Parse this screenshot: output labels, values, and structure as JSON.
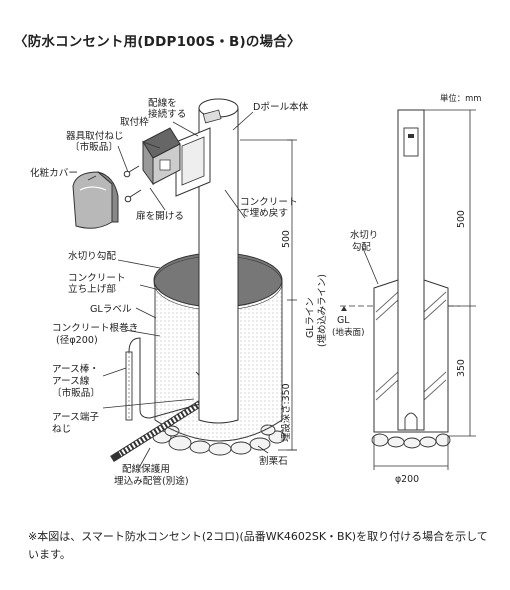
{
  "title": "〈防水コンセント用(DDP100S・B)の場合〉",
  "labels": {
    "haisen_line1": "配線を",
    "haisen_line2": "接続する",
    "dpole": "Dポール本体",
    "toritsuke_waku": "取付枠",
    "kigu_line1": "器具取付ねじ",
    "kigu_line2": "〔市販品〕",
    "kesho_cover": "化粧カバー",
    "tobira": "扉を開ける",
    "conc_fill_line1": "コンクリート",
    "conc_fill_line2": "で埋め戻す",
    "mizukiri_left": "水切り勾配",
    "conc_finish_line1": "コンクリート",
    "conc_finish_line2": "立ち上げ部",
    "gl_label": "GLラベル",
    "conc_neikae_line1": "コンクリート根巻き",
    "conc_neikae_line2": "(径φ200)",
    "earth_line1": "アース棒・",
    "earth_line2": "アース線",
    "earth_line3": "〔市販品〕",
    "earth_tanshi_line1": "アース端子",
    "earth_tanshi_line2": "ねじ",
    "haikan_line1": "配線保護用",
    "haikan_line2": "埋込み配管(別途)",
    "wariguri": "割栗石",
    "gl_line_line1": "GLライン",
    "gl_line_line2": "(埋め込みライン)",
    "dim_500_left": "500",
    "dim_350_left": "埋設深さ:350",
    "unit": "単位：mm",
    "dim_500_right": "500",
    "dim_350_right": "350",
    "mizukiri_right_line1": "水切り",
    "mizukiri_right_line2": "勾配",
    "gl_marker": "GL",
    "gl_jimen": "(地表面)",
    "dia_200": "φ200"
  },
  "footnote": "※本図は、スマート防水コンセント(2コロ)(品番WK4602SK・BK)を取り付ける場合を示しています。"
}
